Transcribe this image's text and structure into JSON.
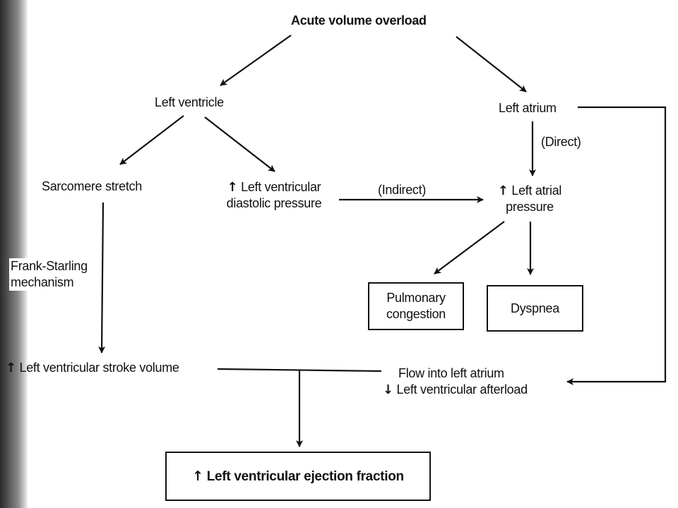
{
  "diagram": {
    "nodes": {
      "acute_volume_overload": "Acute volume overload",
      "left_ventricle": "Left ventricle",
      "left_atrium": "Left atrium",
      "sarcomere_stretch": "Sarcomere stretch",
      "lv_diastolic_pressure": {
        "arrow": "↑",
        "line1": "Left ventricular",
        "line2": "diastolic pressure"
      },
      "la_pressure": {
        "arrow": "↑",
        "line1": "Left atrial",
        "line2": "pressure"
      },
      "frank_starling": {
        "line1": "Frank-Starling",
        "line2": "mechanism"
      },
      "pulmonary_congestion": {
        "line1": "Pulmonary",
        "line2": "congestion"
      },
      "dyspnea": "Dyspnea",
      "lv_stroke_volume": {
        "arrow": "↑",
        "text": "Left ventricular stroke volume"
      },
      "flow_into_la": "Flow into left atrium",
      "lv_afterload": {
        "arrow": "↓",
        "text": "Left ventricular afterload"
      },
      "lv_ejection_fraction": {
        "arrow": "↑",
        "text": "Left ventricular ejection fraction"
      }
    },
    "edge_labels": {
      "direct": "(Direct)",
      "indirect": "(Indirect)"
    }
  }
}
